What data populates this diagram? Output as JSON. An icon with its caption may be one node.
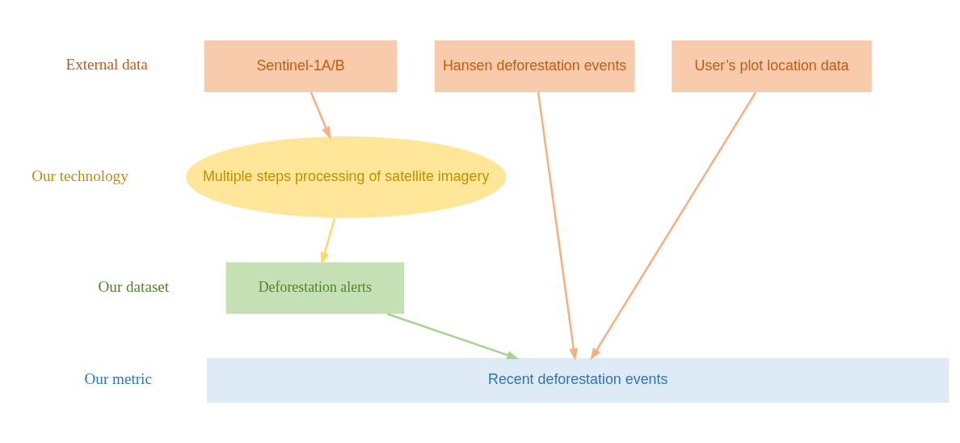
{
  "diagram": {
    "nodes": [
      {
        "text": [
          "Sentinel-1A/B"
        ]
      },
      {
        "text": [
          "Hansen deforestation events"
        ]
      },
      {
        "text": [
          "User’s plot location data"
        ]
      },
      {
        "text": [
          "Multiple steps processing of satellite imagery"
        ]
      },
      {
        "text": [
          "Deforestation alerts"
        ]
      },
      {
        "text": [
          "Recent deforestation events"
        ]
      }
    ],
    "edges": [
      {
        "from": 0,
        "to": 3,
        "arrow": "to"
      },
      {
        "from": 3,
        "to": 4,
        "arrow": "to",
        "color": "#ffd966"
      },
      {
        "from": 4,
        "to": 5,
        "arrow": "to",
        "color": "#a9d18e"
      },
      {
        "from": 1,
        "to": 5,
        "arrow": "to"
      },
      {
        "from": 2,
        "to": 5,
        "arrow": "to"
      }
    ],
    "labels": [
      "External data",
      "Our technology",
      "Our dataset",
      "Our metric"
    ]
  }
}
